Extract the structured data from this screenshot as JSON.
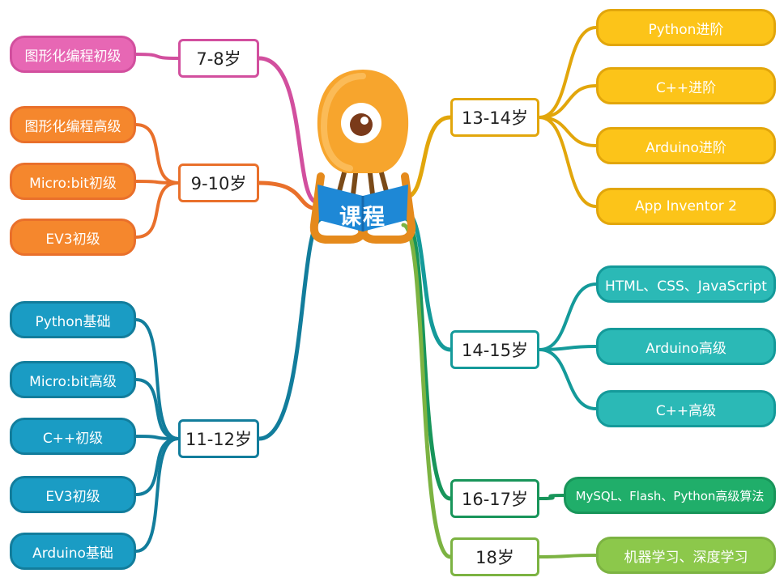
{
  "center": {
    "label": "课程"
  },
  "branches": [
    {
      "age": "7-8岁",
      "color": "#d24f9e",
      "fill": "#e767b4",
      "items": [
        "图形化编程初级"
      ]
    },
    {
      "age": "9-10岁",
      "color": "#e9702b",
      "fill": "#f5872d",
      "items": [
        "图形化编程高级",
        "Micro:bit初级",
        "EV3初级"
      ]
    },
    {
      "age": "11-12岁",
      "color": "#127d9c",
      "fill": "#1a9cc4",
      "items": [
        "Python基础",
        "Micro:bit高级",
        "C++初级",
        "EV3初级",
        "Arduino基础"
      ]
    },
    {
      "age": "13-14岁",
      "color": "#e2a60b",
      "fill": "#fcc419",
      "items": [
        "Python进阶",
        "C++进阶",
        "Arduino进阶",
        "App Inventor 2"
      ]
    },
    {
      "age": "14-15岁",
      "color": "#149a9a",
      "fill": "#2bb9b6",
      "items": [
        "HTML、CSS、JavaScript",
        "Arduino高级",
        "C++高级"
      ]
    },
    {
      "age": "16-17岁",
      "color": "#18955a",
      "fill": "#20ae6a",
      "items": [
        "MySQL、Flash、Python高级算法"
      ]
    },
    {
      "age": "18岁",
      "color": "#7cb342",
      "fill": "#8cc84b",
      "items": [
        "机器学习、深度学习"
      ]
    }
  ]
}
